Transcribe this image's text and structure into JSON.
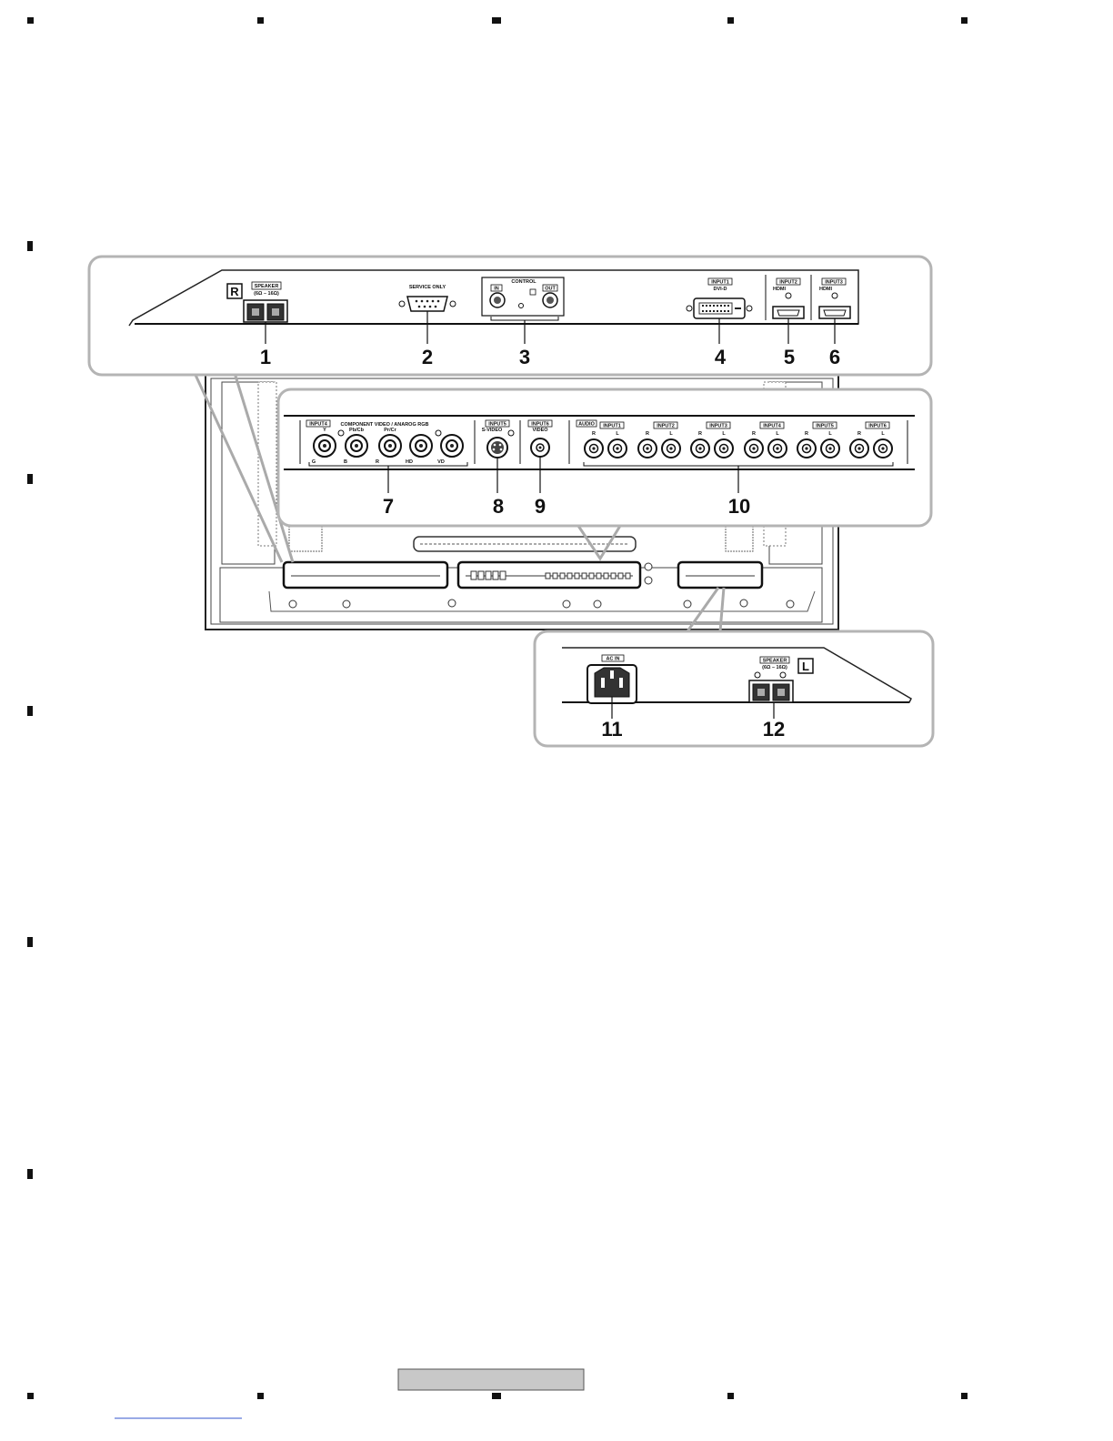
{
  "right_panel": {
    "side_letter": "R",
    "speaker_label": "SPEAKER",
    "speaker_spec": "(6Ω – 16Ω)",
    "service_label": "SERVICE ONLY",
    "control_label": "CONTROL",
    "control_in": "IN",
    "control_out": "OUT",
    "input1_label": "INPUT1",
    "input1_sub": "DVI-D",
    "input2_label": "INPUT2",
    "input2_sub": "HDMI",
    "input3_label": "INPUT3",
    "input3_sub": "HDMI"
  },
  "middle_panel": {
    "input4_label": "INPUT4",
    "component_label": "COMPONENT VIDEO / ANAROG RGB",
    "comp_top": [
      "Y",
      "Pb/Cb",
      "Pr/Cr"
    ],
    "comp_bottom": [
      "G",
      "B",
      "R",
      "HD",
      "VD"
    ],
    "input5_label": "INPUT5",
    "input5_sub": "S-VIDEO",
    "input6_label": "INPUT6",
    "input6_sub": "VIDEO",
    "audio_label": "AUDIO",
    "audio_inputs": [
      "INPUT1",
      "INPUT2",
      "INPUT3",
      "INPUT4",
      "INPUT5",
      "INPUT6"
    ],
    "rl": [
      "R",
      "L"
    ]
  },
  "left_panel": {
    "acin_label": "AC IN",
    "speaker_label": "SPEAKER",
    "speaker_spec": "(6Ω – 16Ω)",
    "side_letter": "L"
  },
  "callouts": [
    "1",
    "2",
    "3",
    "4",
    "5",
    "6",
    "7",
    "8",
    "9",
    "10",
    "11",
    "12"
  ],
  "footer_box": ""
}
